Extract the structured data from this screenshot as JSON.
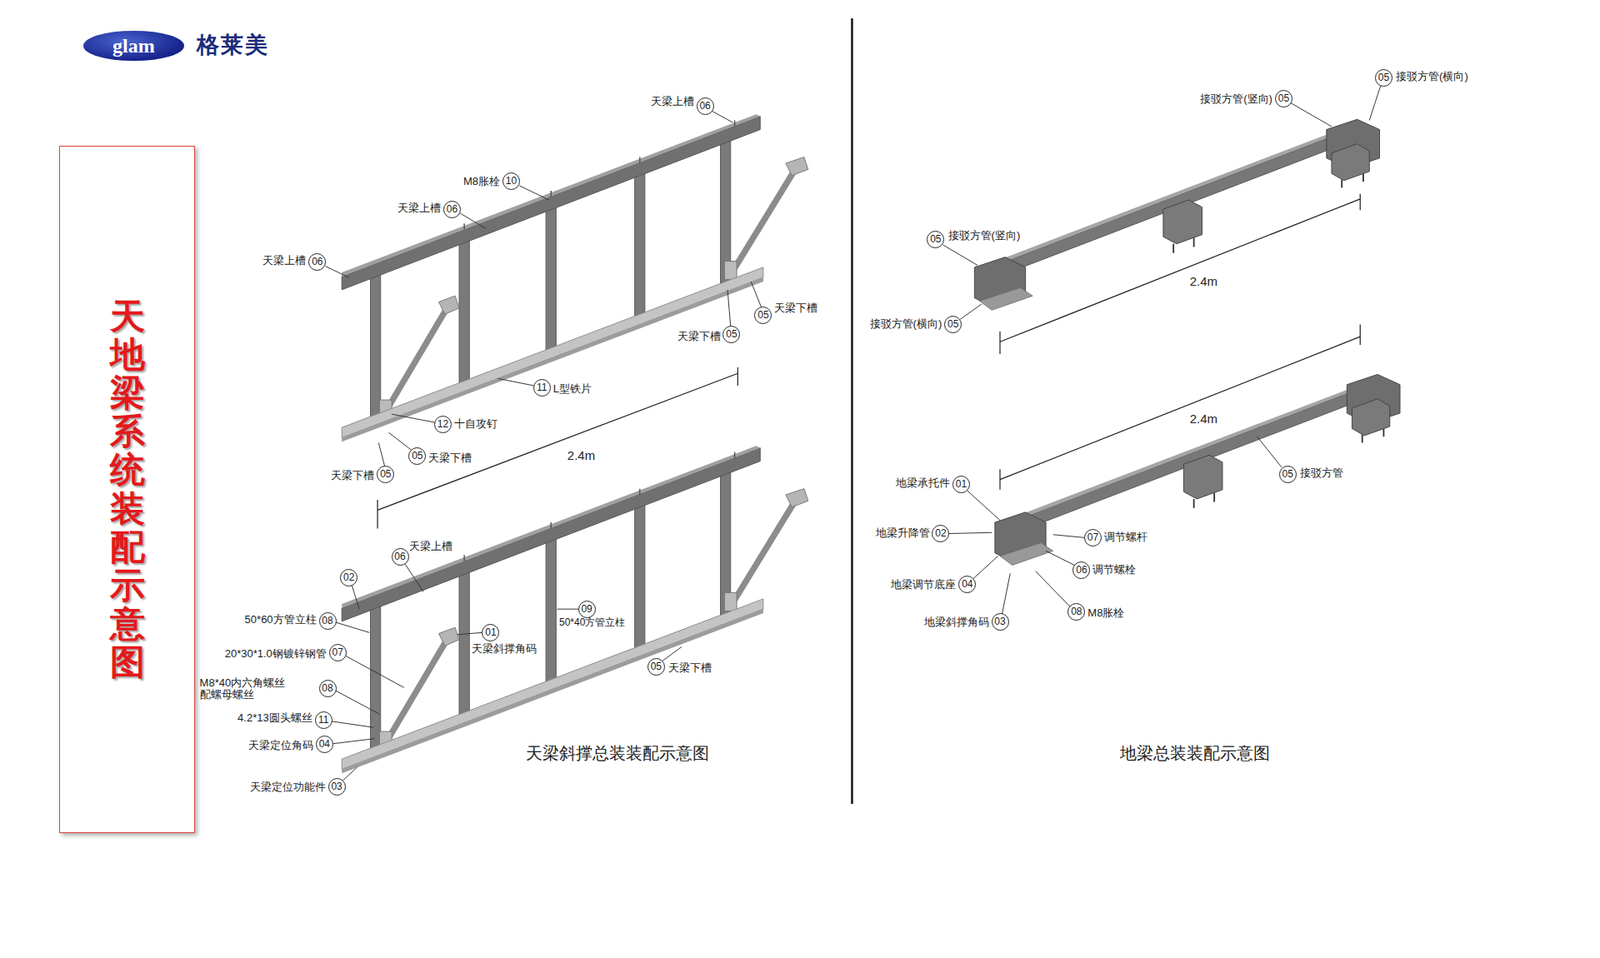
{
  "diagram": {
    "nodes": [
      {
        "text": [
          "glam"
        ]
      },
      {
        "text": [
          "天地梁系统装配示意图"
        ]
      }
    ],
    "labels": [
      "格莱美",
      "天梁上槽",
      "06",
      "M8胀栓",
      "10",
      "天梁上槽",
      "06",
      "天梁上槽",
      "06",
      "05",
      "天梁下槽",
      "天梁下槽",
      "05",
      "11",
      "L型铁片",
      "12",
      "十自攻钉",
      "05",
      "天梁下槽",
      "天梁下槽",
      "05",
      "2.4m",
      "天梁上槽",
      "06",
      "02",
      "50*60方管立柱",
      "08",
      "09",
      "50*40方管立柱",
      "20*30*1.0钢镀锌钢管",
      "07",
      "01",
      "天梁斜撑角码",
      "05",
      "天梁下槽",
      "M8*40内六角螺丝 配螺母螺丝",
      "08",
      "4.2*13圆头螺丝",
      "11",
      "天梁定位角码",
      "04",
      "天梁定位功能件",
      "03",
      "天梁斜撑总装装配示意图",
      "接驳方管(竖向)",
      "05",
      "05",
      "接驳方管(横向)",
      "05",
      "接驳方管(竖向)",
      "接驳方管(横向)",
      "05",
      "2.4m",
      "2.4m",
      "05",
      "接驳方管",
      "地梁承托件",
      "01",
      "地梁升降管",
      "02",
      "07",
      "调节螺杆",
      "06",
      "调节螺栓",
      "地梁调节底座",
      "04",
      "08",
      "M8胀栓",
      "地梁斜撑角码",
      "03",
      "地梁总装装配示意图"
    ]
  }
}
